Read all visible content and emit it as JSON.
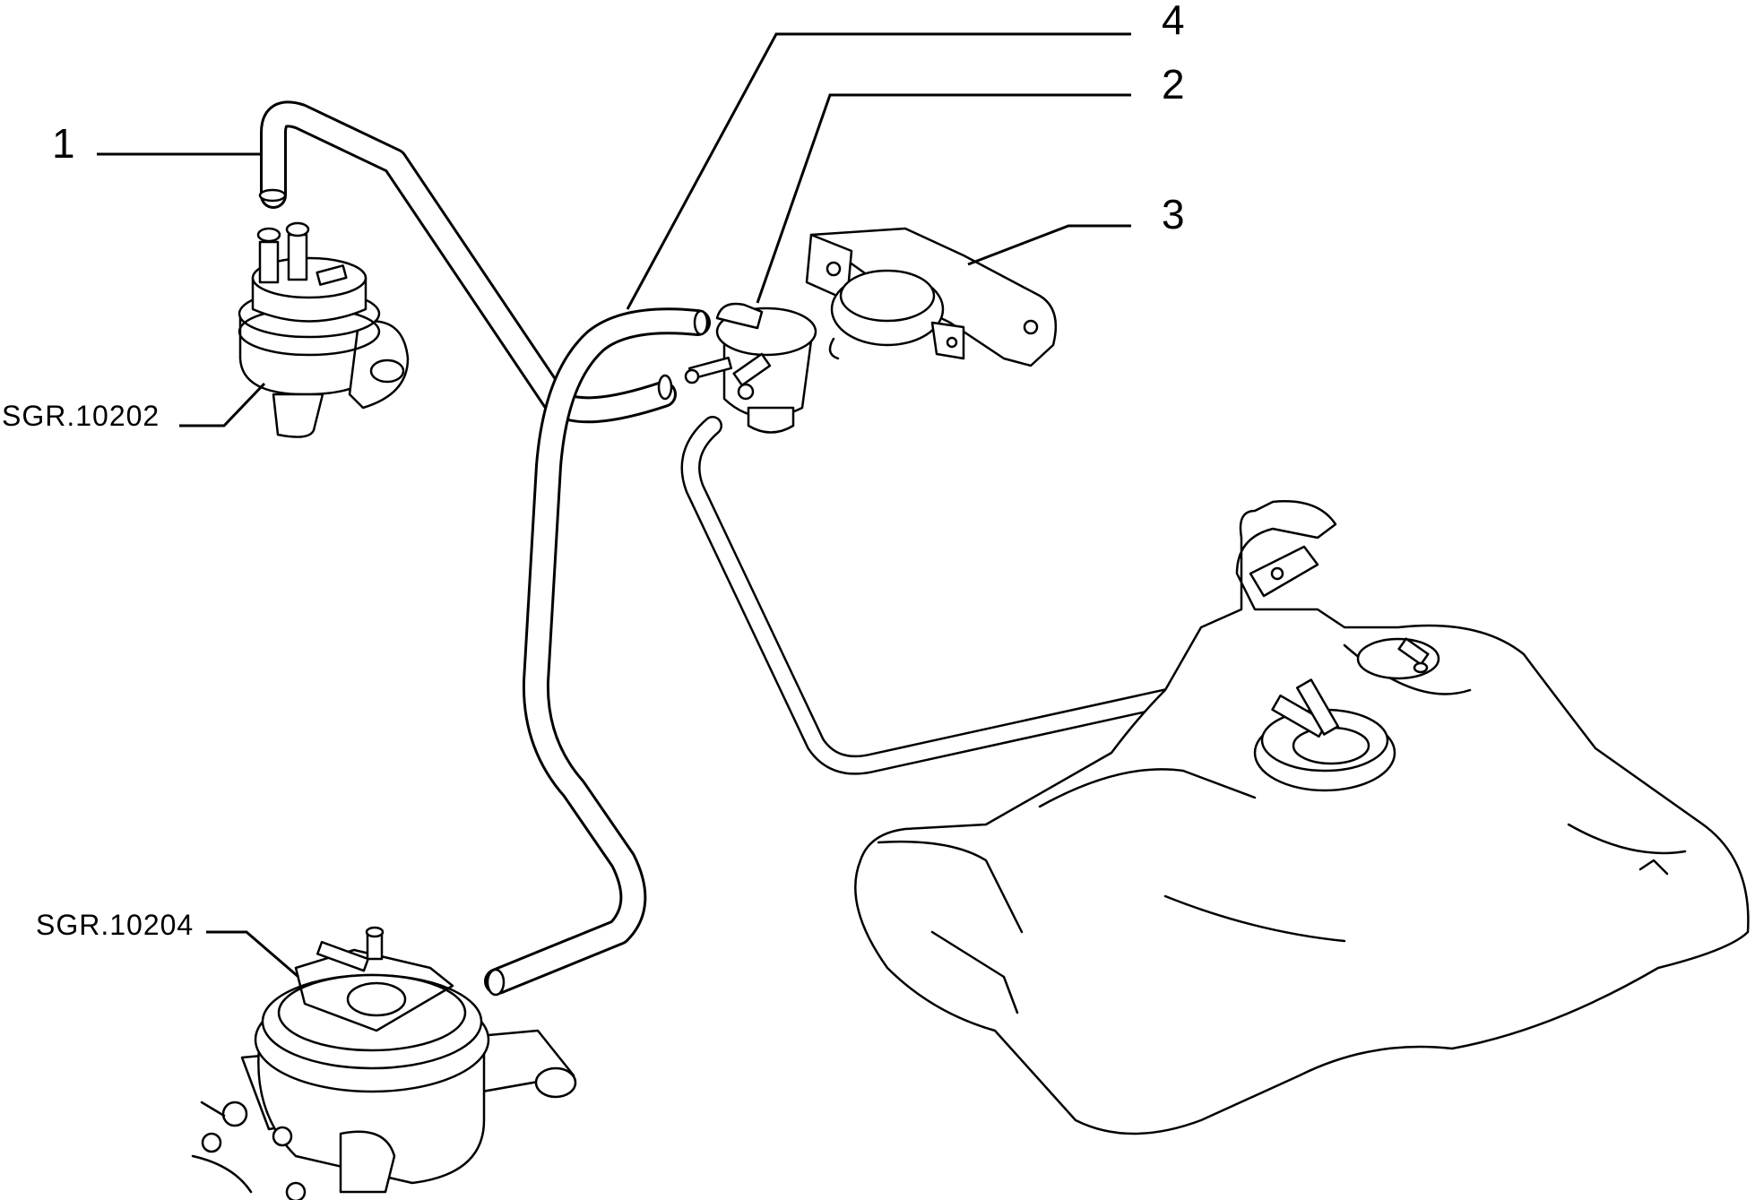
{
  "labels": {
    "part_1": "1",
    "part_2": "2",
    "part_3": "3",
    "part_4": "4",
    "ref_fuel_pump": "SGR.10202",
    "ref_throttle_body": "SGR.10204"
  }
}
